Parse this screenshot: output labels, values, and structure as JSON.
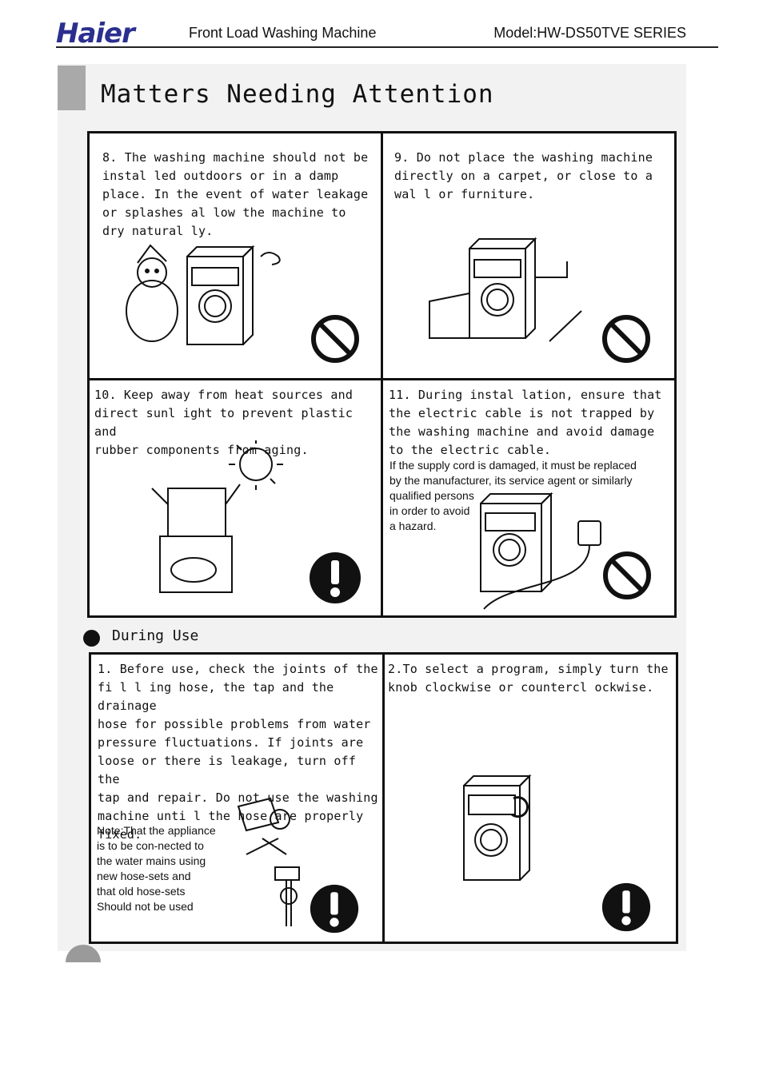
{
  "header": {
    "logo": "Haier",
    "product": "Front Load Washing Machine",
    "model": "Model:HW-DS50TVE SERIES"
  },
  "title": "Matters Needing Attention",
  "panels_top": [
    {
      "id": "8",
      "text": "8.  The washing machine should not be\ninstal led outdoors or in a damp\nplace.  In the event of water leakage\nor splashes al low the  machine to\ndry  natural ly.",
      "sign": "prohibited-icon"
    },
    {
      "id": "9",
      "text": "9.  Do not place the washing machine\ndirectly on a carpet,  or close to a\nwal l  or furniture.",
      "sign": "prohibited-icon"
    },
    {
      "id": "10",
      "text": "10.  Keep away from heat sources and\ndirect sunl ight to prevent plastic and\nrubber components from aging.",
      "sign": "warning-icon"
    },
    {
      "id": "11",
      "text": "11.  During instal lation,  ensure that\nthe electric cable is not trapped by\nthe washing machine and avoid damage\nto the electric cable.",
      "note": "If the supply cord is damaged, it must be replaced\nby the manufacturer, its service agent or similarly\nqualified persons\nin order to avoid\na hazard.",
      "sign": "prohibited-icon"
    }
  ],
  "section": "During Use",
  "panels_bottom": [
    {
      "id": "1",
      "text": "1.  Before use,  check the joints of the\nfi l l ing hose,  the tap and the drainage\nhose for possible problems from water\npressure fluctuations.  If  joints are\nloose or there is leakage,  turn off the\ntap and repair.  Do not use the washing\nmachine unti l   the hose  are properly\nfixed.",
      "note": "Note:That the appliance\n is to be con-nected to\nthe water mains using\n new hose-sets and\nthat old hose-sets\nShould not be used",
      "sign": "warning-icon"
    },
    {
      "id": "2",
      "text": "2.To select a program,  simply turn the\nknob clockwise or countercl ockwise.",
      "sign": "warning-icon"
    }
  ],
  "colors": {
    "logo": "#2b2f8f",
    "title_block": "#a9a9a9",
    "background_panel": "#f2f2f2"
  }
}
